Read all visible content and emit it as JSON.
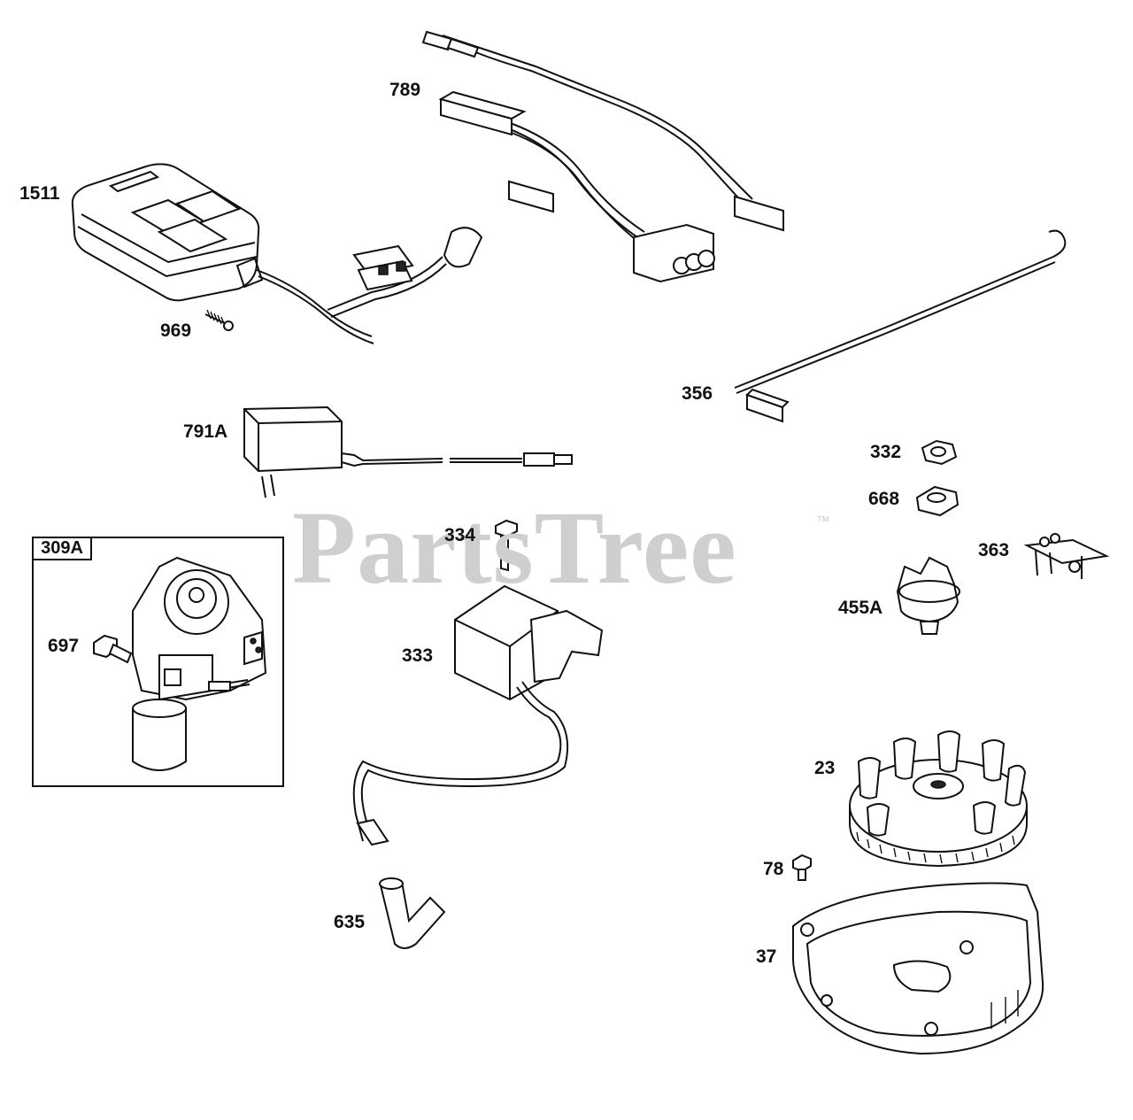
{
  "watermark": {
    "text": "PartsTree",
    "tm": "™"
  },
  "inset": {
    "label": "309A"
  },
  "callouts": [
    {
      "id": "789",
      "text": "789"
    },
    {
      "id": "1511",
      "text": "1511"
    },
    {
      "id": "969",
      "text": "969"
    },
    {
      "id": "356",
      "text": "356"
    },
    {
      "id": "791A",
      "text": "791A"
    },
    {
      "id": "332",
      "text": "332"
    },
    {
      "id": "668",
      "text": "668"
    },
    {
      "id": "334",
      "text": "334"
    },
    {
      "id": "363",
      "text": "363"
    },
    {
      "id": "455A",
      "text": "455A"
    },
    {
      "id": "697",
      "text": "697"
    },
    {
      "id": "333",
      "text": "333"
    },
    {
      "id": "23",
      "text": "23"
    },
    {
      "id": "78",
      "text": "78"
    },
    {
      "id": "635",
      "text": "635"
    },
    {
      "id": "37",
      "text": "37"
    }
  ]
}
